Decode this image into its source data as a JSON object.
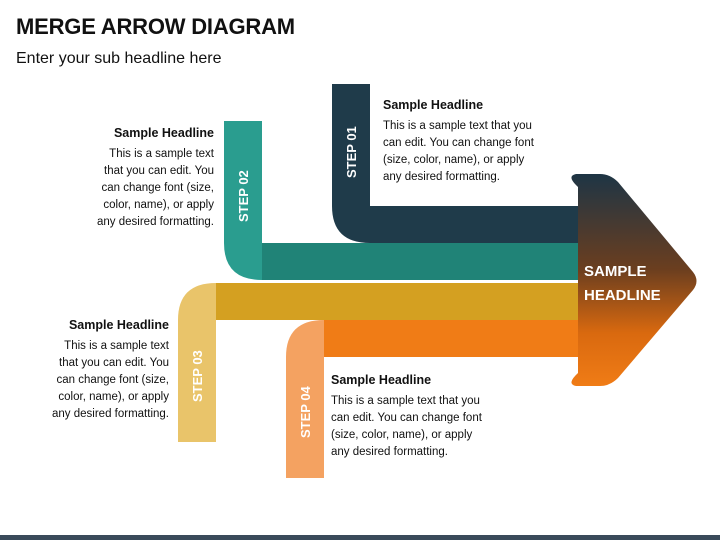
{
  "title": "MERGE ARROW DIAGRAM",
  "subtitle": "Enter your sub headline here",
  "center_label": "SAMPLE\nHEADLINE",
  "colors": {
    "step1": "#1f3b4a",
    "step2": "#2a9d8f",
    "step3": "#e9c46a",
    "step4": "#f4a261",
    "arrow_dark": "#1e3545",
    "arrow_orange": "#f07c16"
  },
  "steps": [
    {
      "label": "STEP 01",
      "headline": "Sample Headline",
      "text": "This is a sample text that you\ncan edit. You can change font\n(size, color, name), or apply\nany desired formatting."
    },
    {
      "label": "STEP 02",
      "headline": "Sample Headline",
      "text": "This is a sample text\nthat you can edit. You\ncan change font (size,\ncolor, name), or apply\nany desired formatting."
    },
    {
      "label": "STEP 03",
      "headline": "Sample Headline",
      "text": "This is a sample text\nthat you can edit. You\ncan change font (size,\ncolor, name), or apply\nany desired formatting."
    },
    {
      "label": "STEP 04",
      "headline": "Sample Headline",
      "text": "This is a sample text that you\ncan edit. You can change font\n(size, color, name), or apply\nany desired formatting."
    }
  ]
}
